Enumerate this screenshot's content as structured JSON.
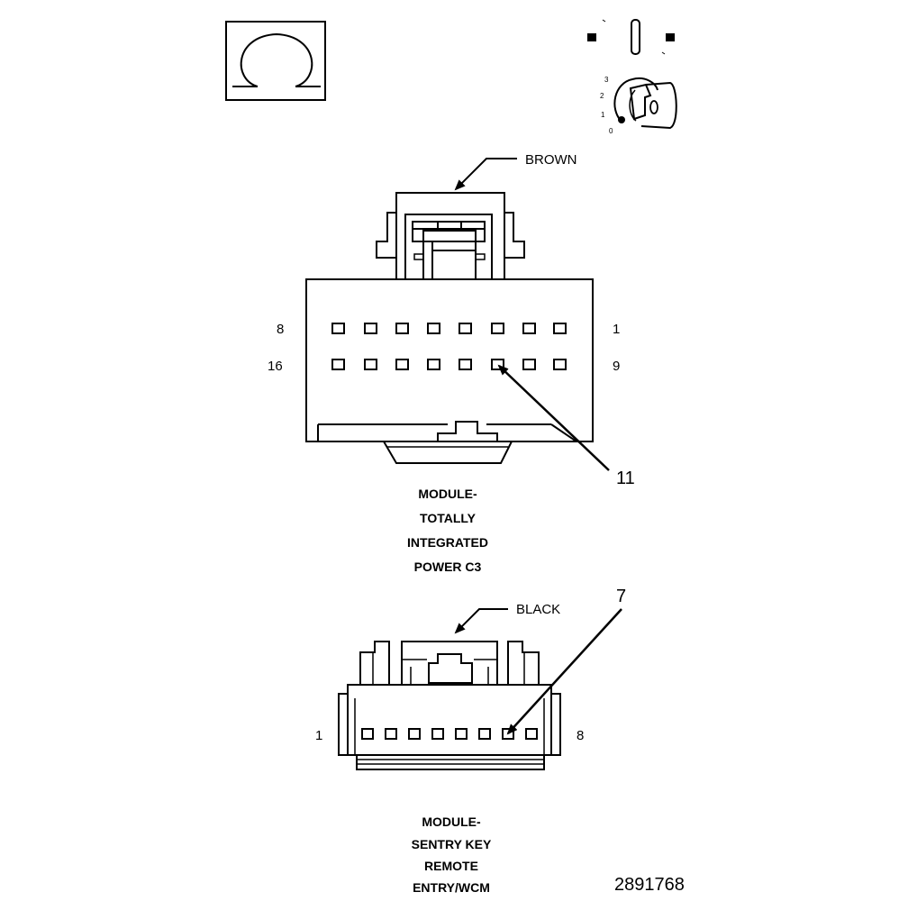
{
  "connector_c3": {
    "wire_color": "BROWN",
    "pin_top_left": "8",
    "pin_top_right": "1",
    "pin_bottom_left": "16",
    "pin_bottom_right": "9",
    "callout_pin": "11",
    "caption": [
      "MODULE-",
      "TOTALLY",
      "INTEGRATED",
      "POWER C3"
    ]
  },
  "connector_skreem": {
    "wire_color": "BLACK",
    "pin_left": "1",
    "pin_right": "8",
    "callout_pin": "7",
    "caption": [
      "MODULE-",
      "SENTRY KEY",
      "REMOTE",
      "ENTRY/WCM"
    ]
  },
  "ignition_positions": [
    "3",
    "2",
    "1",
    "0"
  ],
  "key_symbol": "0",
  "figure_number": "2891768"
}
